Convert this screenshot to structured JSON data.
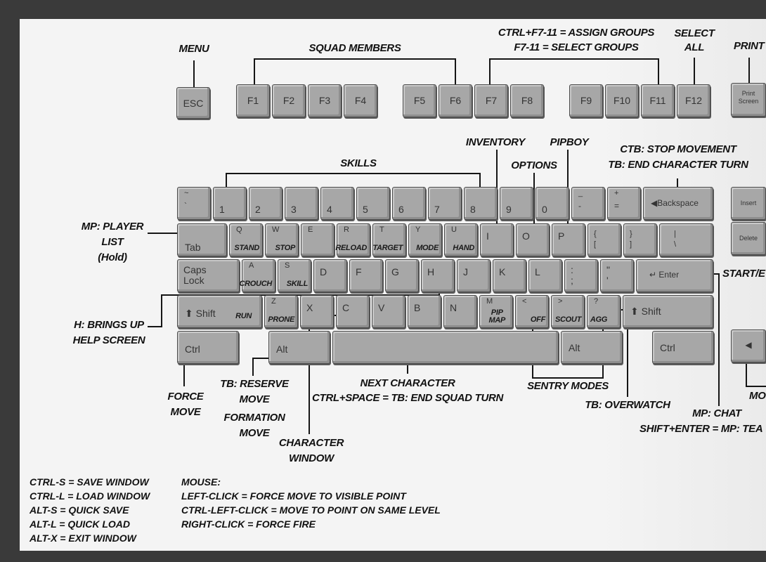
{
  "labels": {
    "menu": "MENU",
    "squad_members": "SQUAD MEMBERS",
    "assign_groups": "CTRL+F7-11 = ASSIGN GROUPS",
    "select_groups": "F7-11 = SELECT GROUPS",
    "select_all": "SELECT\nALL",
    "print": "PRINT",
    "inventory": "INVENTORY",
    "pipboy": "PIPBOY",
    "options": "OPTIONS",
    "ctb_stop": "CTB: STOP MOVEMENT",
    "tb_end_char": "TB: END CHARACTER TURN",
    "skills": "SKILLS",
    "player_list": "MP: PLAYER\nLIST\n(Hold)",
    "start_end": "START/E",
    "help_screen": "H: BRINGS UP\nHELP SCREEN",
    "force_move": "FORCE\nMOVE",
    "tb_reserve": "TB: RESERVE\nMOVE",
    "formation_move": "FORMATION\nMOVE",
    "character_window": "CHARACTER\nWINDOW",
    "next_character": "NEXT CHARACTER",
    "end_squad_turn": "CTRL+SPACE = TB: END SQUAD TURN",
    "sentry_modes": "SENTRY MODES",
    "overwatch": "TB: OVERWATCH",
    "mp_chat": "MP: CHAT",
    "mp_team": "SHIFT+ENTER = MP: TEA",
    "mo": "MO"
  },
  "shortcuts": [
    "CTRL-S = SAVE WINDOW",
    "CTRL-L = LOAD WINDOW",
    "ALT-S = QUICK SAVE",
    "ALT-L = QUICK LOAD",
    "ALT-X = EXIT WINDOW"
  ],
  "mouse": {
    "title": "MOUSE:",
    "items": [
      "LEFT-CLICK = FORCE MOVE TO VISIBLE POINT",
      "CTRL-LEFT-CLICK = MOVE TO POINT ON SAME LEVEL",
      "RIGHT-CLICK = FORCE FIRE"
    ]
  },
  "keys": {
    "esc": "ESC",
    "f1": "F1",
    "f2": "F2",
    "f3": "F3",
    "f4": "F4",
    "f5": "F5",
    "f6": "F6",
    "f7": "F7",
    "f8": "F8",
    "f9": "F9",
    "f10": "F10",
    "f11": "F11",
    "f12": "F12",
    "print_screen": "Print\nScreen",
    "tilde_top": "~",
    "tilde_bot": "`",
    "d1": "1",
    "d2": "2",
    "d3": "3",
    "d4": "4",
    "d5": "5",
    "d6": "6",
    "d7": "7",
    "d8": "8",
    "d9": "9",
    "d0": "0",
    "minus_top": "_",
    "minus_bot": "-",
    "plus_top": "+",
    "plus_bot": "=",
    "backspace": "Backspace",
    "insert": "Insert",
    "delete": "Delete",
    "tab": "Tab",
    "q": "Q",
    "w": "W",
    "e": "E",
    "r": "R",
    "t": "T",
    "y": "Y",
    "u": "U",
    "i": "I",
    "o": "O",
    "p": "P",
    "lbrace": "{\n[",
    "rbrace": "}\n]",
    "bslash": "|\n\\",
    "caps": "Caps\nLock",
    "a": "A",
    "s": "S",
    "d": "D",
    "f": "F",
    "g": "G",
    "h": "H",
    "j": "J",
    "k": "K",
    "l": "L",
    "semi": ":\n;",
    "quote": "\"\n'",
    "enter": "Enter",
    "shift": "Shift",
    "z": "Z",
    "x": "X",
    "c": "C",
    "v": "V",
    "b": "B",
    "n": "N",
    "m": "M",
    "lt": "<",
    "gt": ">",
    "qmark": "?",
    "rshift": "Shift",
    "ctrl": "Ctrl",
    "alt": "Alt",
    "ralt": "Alt",
    "rctrl": "Ctrl"
  },
  "key_actions": {
    "q": "STAND",
    "w": "STOP",
    "r": "RELOAD",
    "t": "TARGET",
    "y": "MODE",
    "u": "HAND",
    "a": "CROUCH",
    "s": "SKILL",
    "shift": "RUN",
    "z": "PRONE",
    "m": "PIP\nMAP",
    "lt": "OFF",
    "gt": "SCOUT",
    "qmark": "AGG"
  },
  "icons": {
    "backspace": "arrow-left-icon",
    "shift": "arrow-up-icon",
    "enter": "return-arrow-icon",
    "left_arrow": "arrow-left-icon"
  }
}
